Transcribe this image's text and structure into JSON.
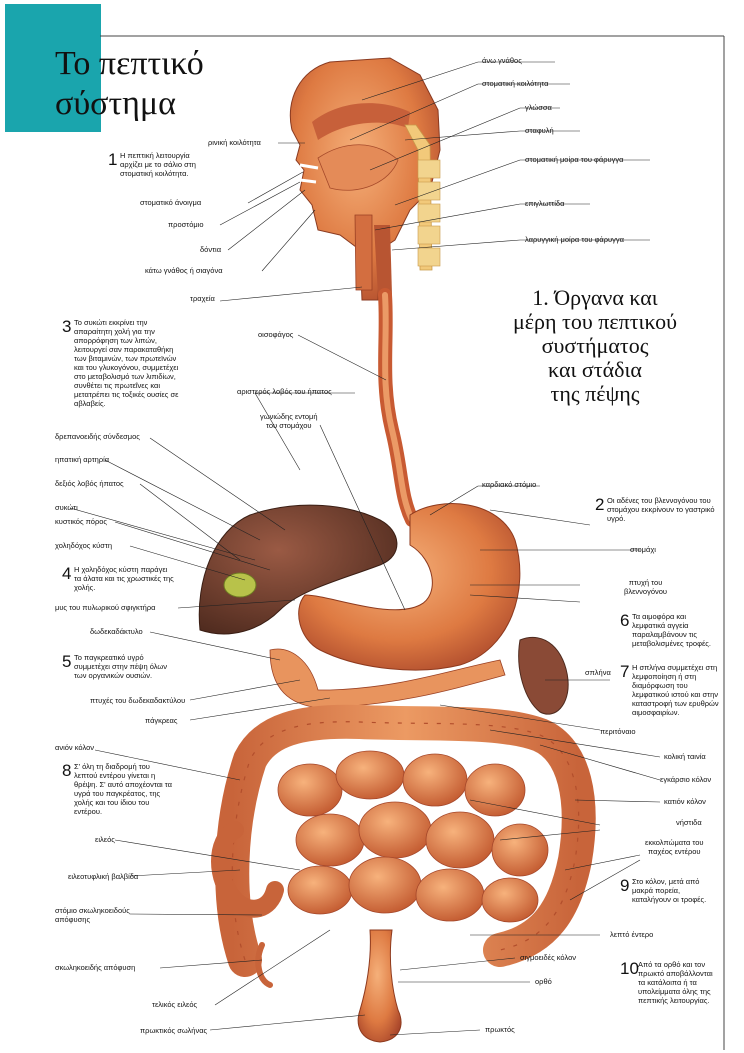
{
  "title": [
    "Το πεπτικό",
    "σύστημα"
  ],
  "section_title": [
    "1. Όργανα και",
    "μέρη του πεπτικού",
    "συστήματος",
    "και στάδια",
    "της πέψης"
  ],
  "labels": {
    "ano_gnathos": "άνω γνάθος",
    "stomatiki_koilotita": "στοματική κοιλότητα",
    "glossa": "γλώσσα",
    "stafyli": "σταφυλή",
    "stomatiki_moira": "στοματική μοίρα του φάρυγγα",
    "epiglottida": "επιγλωττίδα",
    "laryngiki_moira": "λαρυγγική μοίρα του φάρυγγα",
    "riniki_koilotita": "ρινική κοιλότητα",
    "stomatiko_anoigma": "στοματικό άνοιγμα",
    "prostomio": "προστόμιο",
    "dontia": "δόντια",
    "kato_gnathos": "κάτω γνάθος ή σιαγόνα",
    "tracheia": "τραχεία",
    "oisofagos": "οισοφάγος",
    "aristeros_lovos": "αριστερός λοβός του ήπατος",
    "goniodis_entomi": "γωνιώδης εντομή\nτου στομάχου",
    "drepanoeidis": "δρεπανοειδής σύνδεσμος",
    "ipatiki_artiria": "ηπατική αρτηρία",
    "dexios_lovos": "δεξιός λοβός ήπατος",
    "sykoti": "συκώτι",
    "kystikos_poros": "κυστικός πόρος",
    "cholidochos_kysti": "χοληδόχος κύστη",
    "kardiako_stomio": "καρδιακό στόμιο",
    "stomachi": "στομάχι",
    "ptychi_vlennogonou": "πτυχή του\nβλεννογόνου",
    "mys_pylorikou": "μυς του πυλωρικού σφιγκτήρα",
    "dodekadaktylo": "δωδεκαδάκτυλο",
    "splina": "σπλήνα",
    "ptyches_dodekadaktylou": "πτυχές του δωδεκαδακτύλου",
    "pagkreas": "πάγκρεας",
    "peritonaio": "περιτόναιο",
    "anion_kolon": "ανιόν κόλον",
    "koliki_tainia": "κολική ταινία",
    "egkarsio_kolon": "εγκάρσιο κόλον",
    "kation_kolon": "κατιόν κόλον",
    "nistida": "νήστιδα",
    "eileos": "ειλεός",
    "ekkolpomata": "εκκολπώματα του\nπαχέος εντέρου",
    "eileotyfliki": "ειλεοτυφλική βαλβίδα",
    "stomio_skolikoeidous": "στόμιο σκωληκοειδούς\nαπόφυσης",
    "lepto_entero": "λεπτό έντερο",
    "skolikoeidis": "σκωληκοειδής απόφυση",
    "sigmoeides": "σιγμοειδές κόλον",
    "telikos_eileos": "τελικός ειλεός",
    "ortho": "ορθό",
    "proktikos_solinas": "πρωκτικός σωλήνας",
    "proktos": "πρωκτός"
  },
  "notes": [
    {
      "num": "1",
      "text": "Η πεπτική λειτουργία αρχίζει με το σάλιο στη στοματική κοιλότητα."
    },
    {
      "num": "2",
      "text": "Οι αδένες του βλεννογόνου του στομάχου εκκρίνουν το γαστρικό υγρό."
    },
    {
      "num": "3",
      "text": "Το συκώτι εκκρίνει την απαραίτητη χολή για την απορρόφηση των λιπών, λειτουργεί σαν παρακαταθήκη των βιταμινών, των πρωτεϊνών και του γλυκογόνου, συμμετέχει στο μεταβολισμό των λιπιδίων, συνθέτει τις πρωτεΐνες και μετατρέπει τις τοξικές ουσίες σε αβλαβείς."
    },
    {
      "num": "4",
      "text": "Η χοληδόχος κύστη παράγει τα άλατα και τις χρωστικές της χολής."
    },
    {
      "num": "5",
      "text": "Το παγκρεατικό υγρό συμμετέχει στην πέψη όλων των οργανικών ουσιών."
    },
    {
      "num": "6",
      "text": "Τα αιμοφόρα και λεμφατικά αγγεία παραλαμβάνουν τις μεταβολισμένες τροφές."
    },
    {
      "num": "7",
      "text": "Η σπλήνα συμμετέχει στη λεμφοποίηση ή στη διαμόρφωση του λεμφατικού ιστού και στην καταστροφή των ερυθρών αιμοσφαιρίων."
    },
    {
      "num": "8",
      "text": "Σ' όλη τη διαδρομή του λεπτού εντέρου γίνεται η θρέψη. Σ' αυτό αποχέονται τα υγρά του παγκρέατος, της χολής και του ίδιου του εντέρου."
    },
    {
      "num": "9",
      "text": "Στο κόλον, μετά από μακρά πορεία, καταλήγουν οι τροφές."
    },
    {
      "num": "10",
      "text": "Από τα ορθό και τον πρωκτό αποβάλλονται τα κατάλοιπα ή τα υπολείμματα όλης της πεπτικής λειτουργίας."
    }
  ],
  "colors": {
    "teal": "#1aa5ad",
    "organ": "#d9773f",
    "organ_dark": "#a8452a",
    "liver": "#6b3a2a",
    "gallbladder": "#b8c24a",
    "bone": "#f2c97a"
  }
}
